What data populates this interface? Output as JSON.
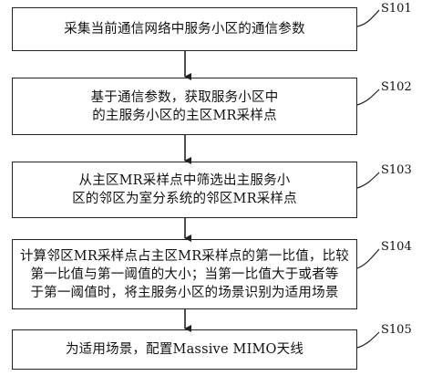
{
  "steps": [
    {
      "id": "S101",
      "text": "采集当前通信网络中服务小区的通信参数"
    },
    {
      "id": "S102",
      "text": "基于通信参数，获取服务小区中\n的主服务小区的主区MR采样点"
    },
    {
      "id": "S103",
      "text": "从主区MR采样点中筛选出主服务小\n区的邻区为室分系统的邻区MR采样点"
    },
    {
      "id": "S104",
      "text": "计算邻区MR采样点占主区MR采样点的第一比值，比较\n第一比值与第一阈值的大小；当第一比值大于或者等\n于第一阈值时，将主服务小区的场景识别为适用场景"
    },
    {
      "id": "S105",
      "text": "为适用场景，配置Massive MIMO天线"
    }
  ]
}
